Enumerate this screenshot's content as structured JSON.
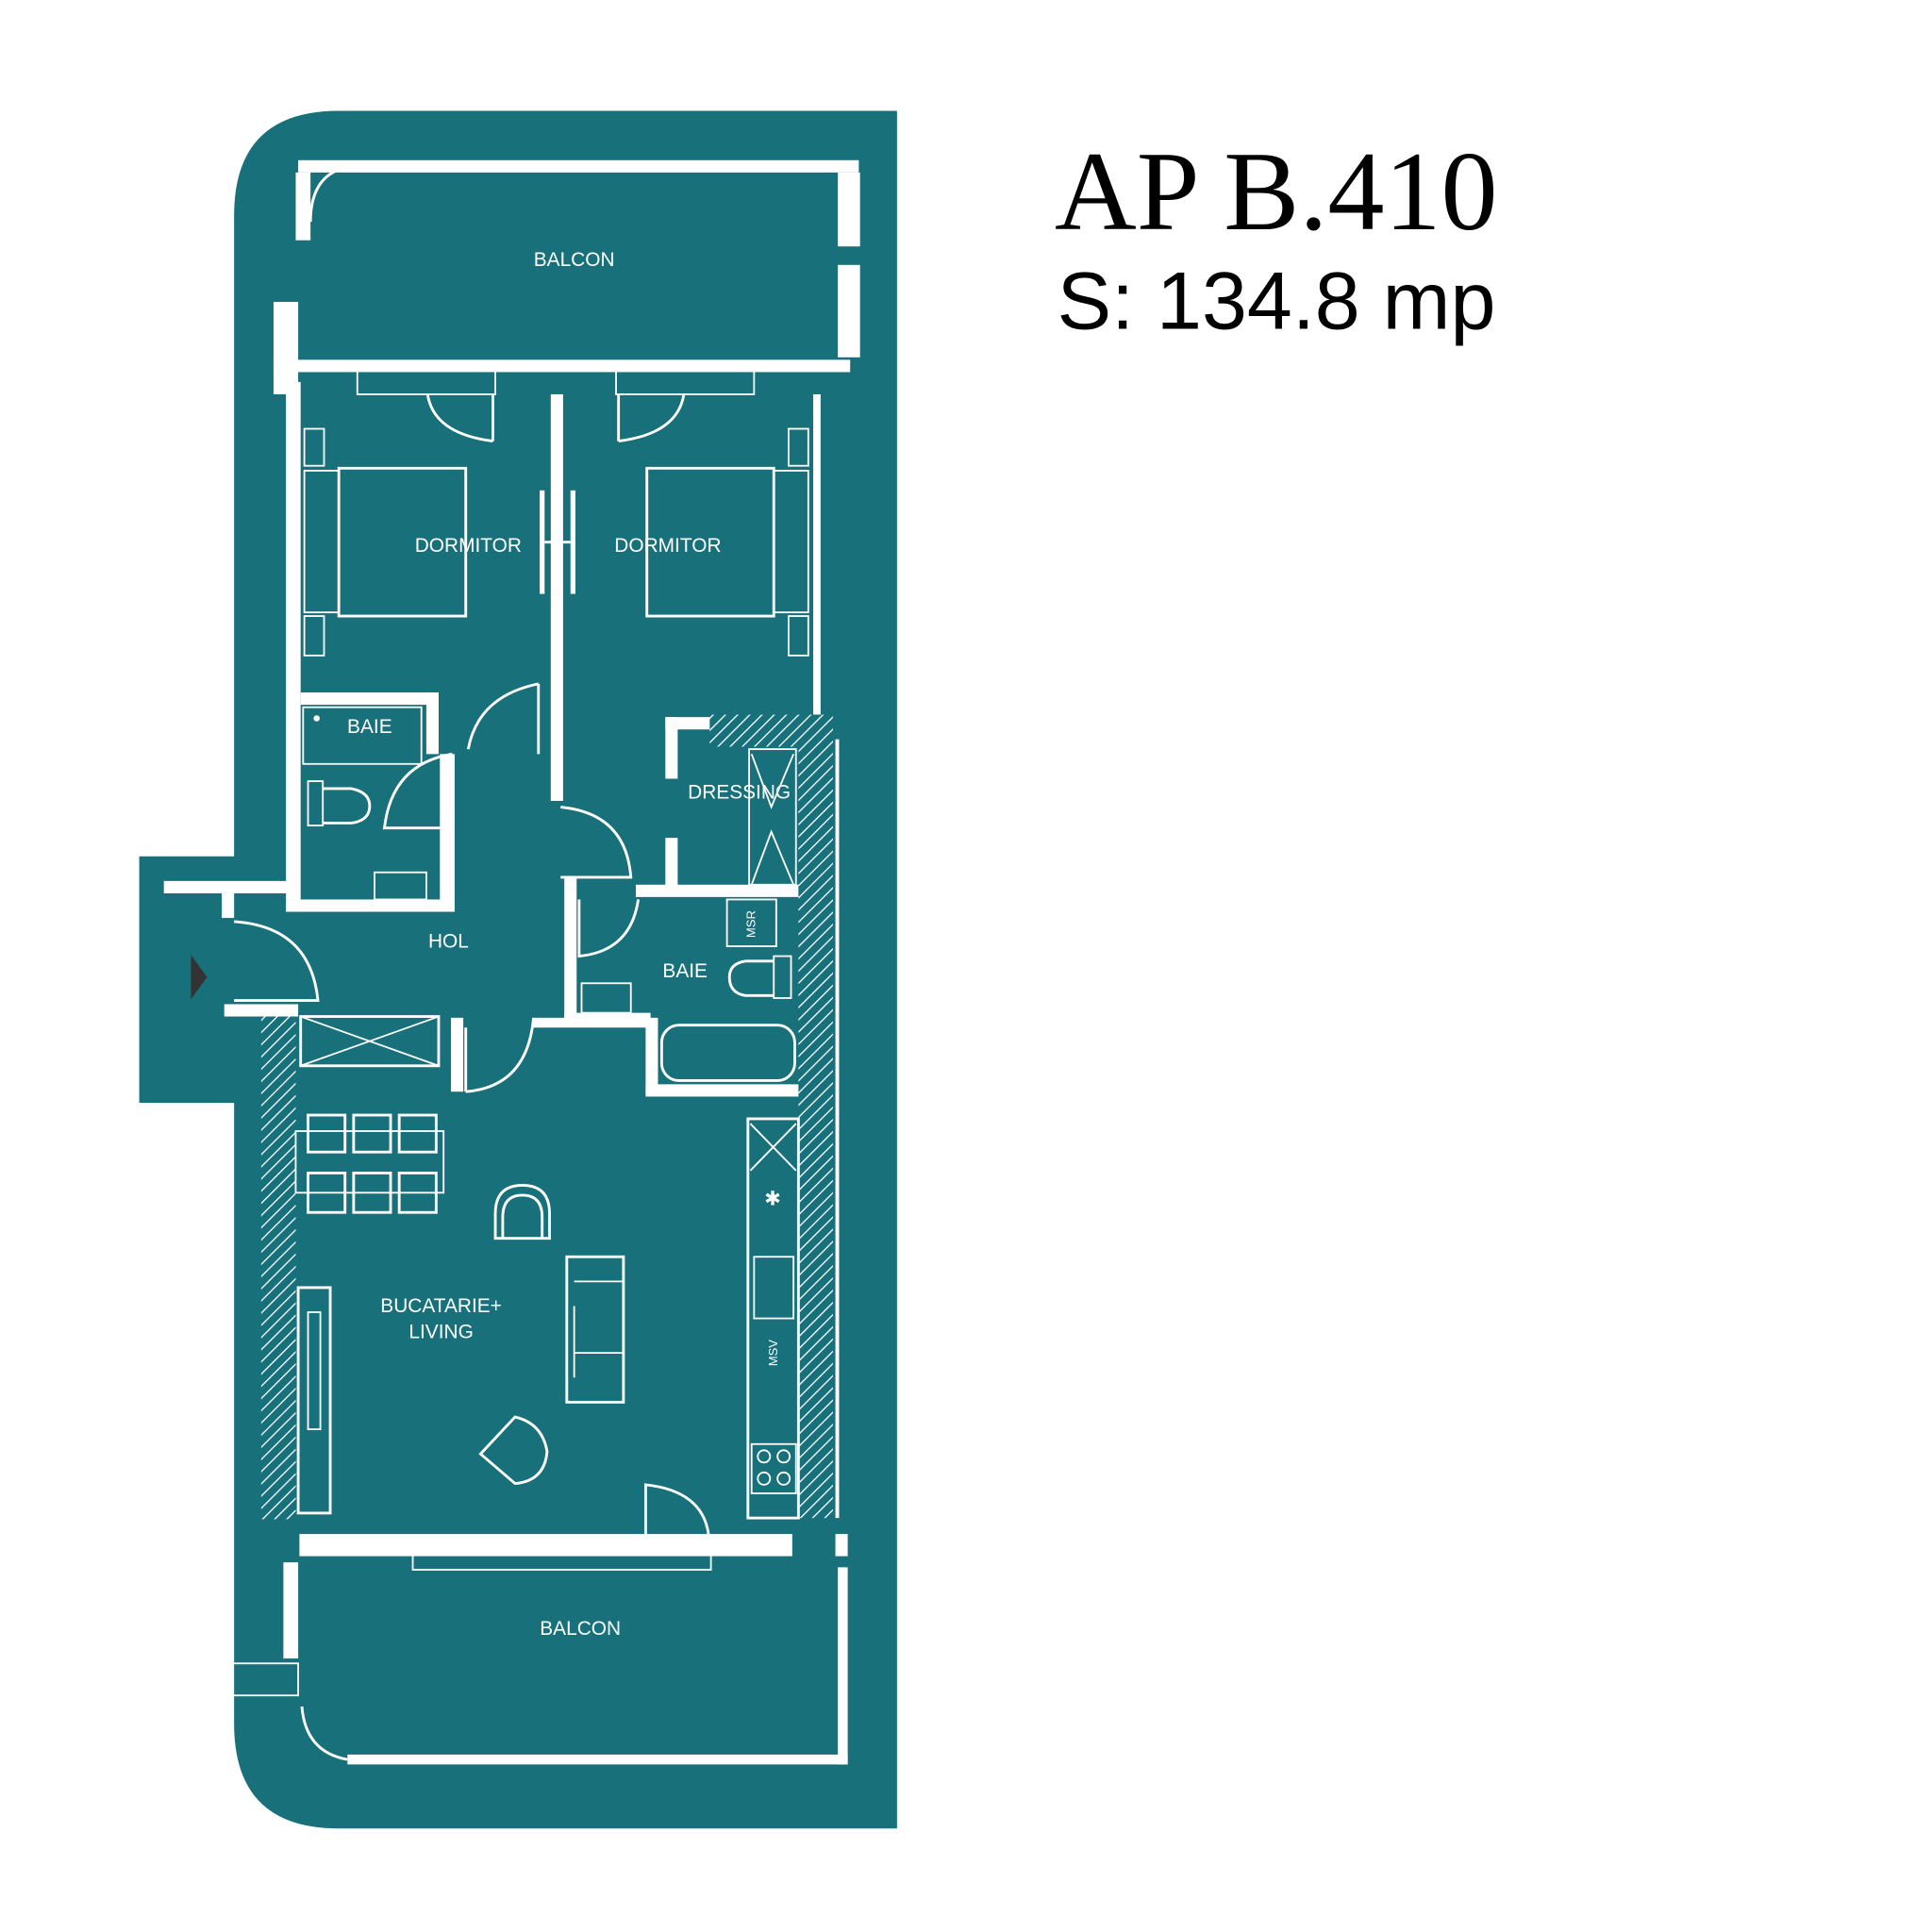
{
  "header": {
    "title": "AP B.410",
    "area": "S: 134.8 mp"
  },
  "colors": {
    "plan": "#17707a",
    "walls": "#ffffff",
    "text": "#000000"
  },
  "rooms": {
    "balcony_top": "BALCON",
    "bedroom_left": "DORMITOR",
    "bedroom_right": "DORMITOR",
    "bathroom_small": "BAIE",
    "hall": "HOL",
    "dressing": "DRESSING",
    "bathroom": "BAIE",
    "living_line1": "BUCATARIE+",
    "living_line2": "LIVING",
    "balcony_bottom": "BALCON"
  },
  "fixtures": {
    "msr": "MSR",
    "msv": "MSV"
  }
}
